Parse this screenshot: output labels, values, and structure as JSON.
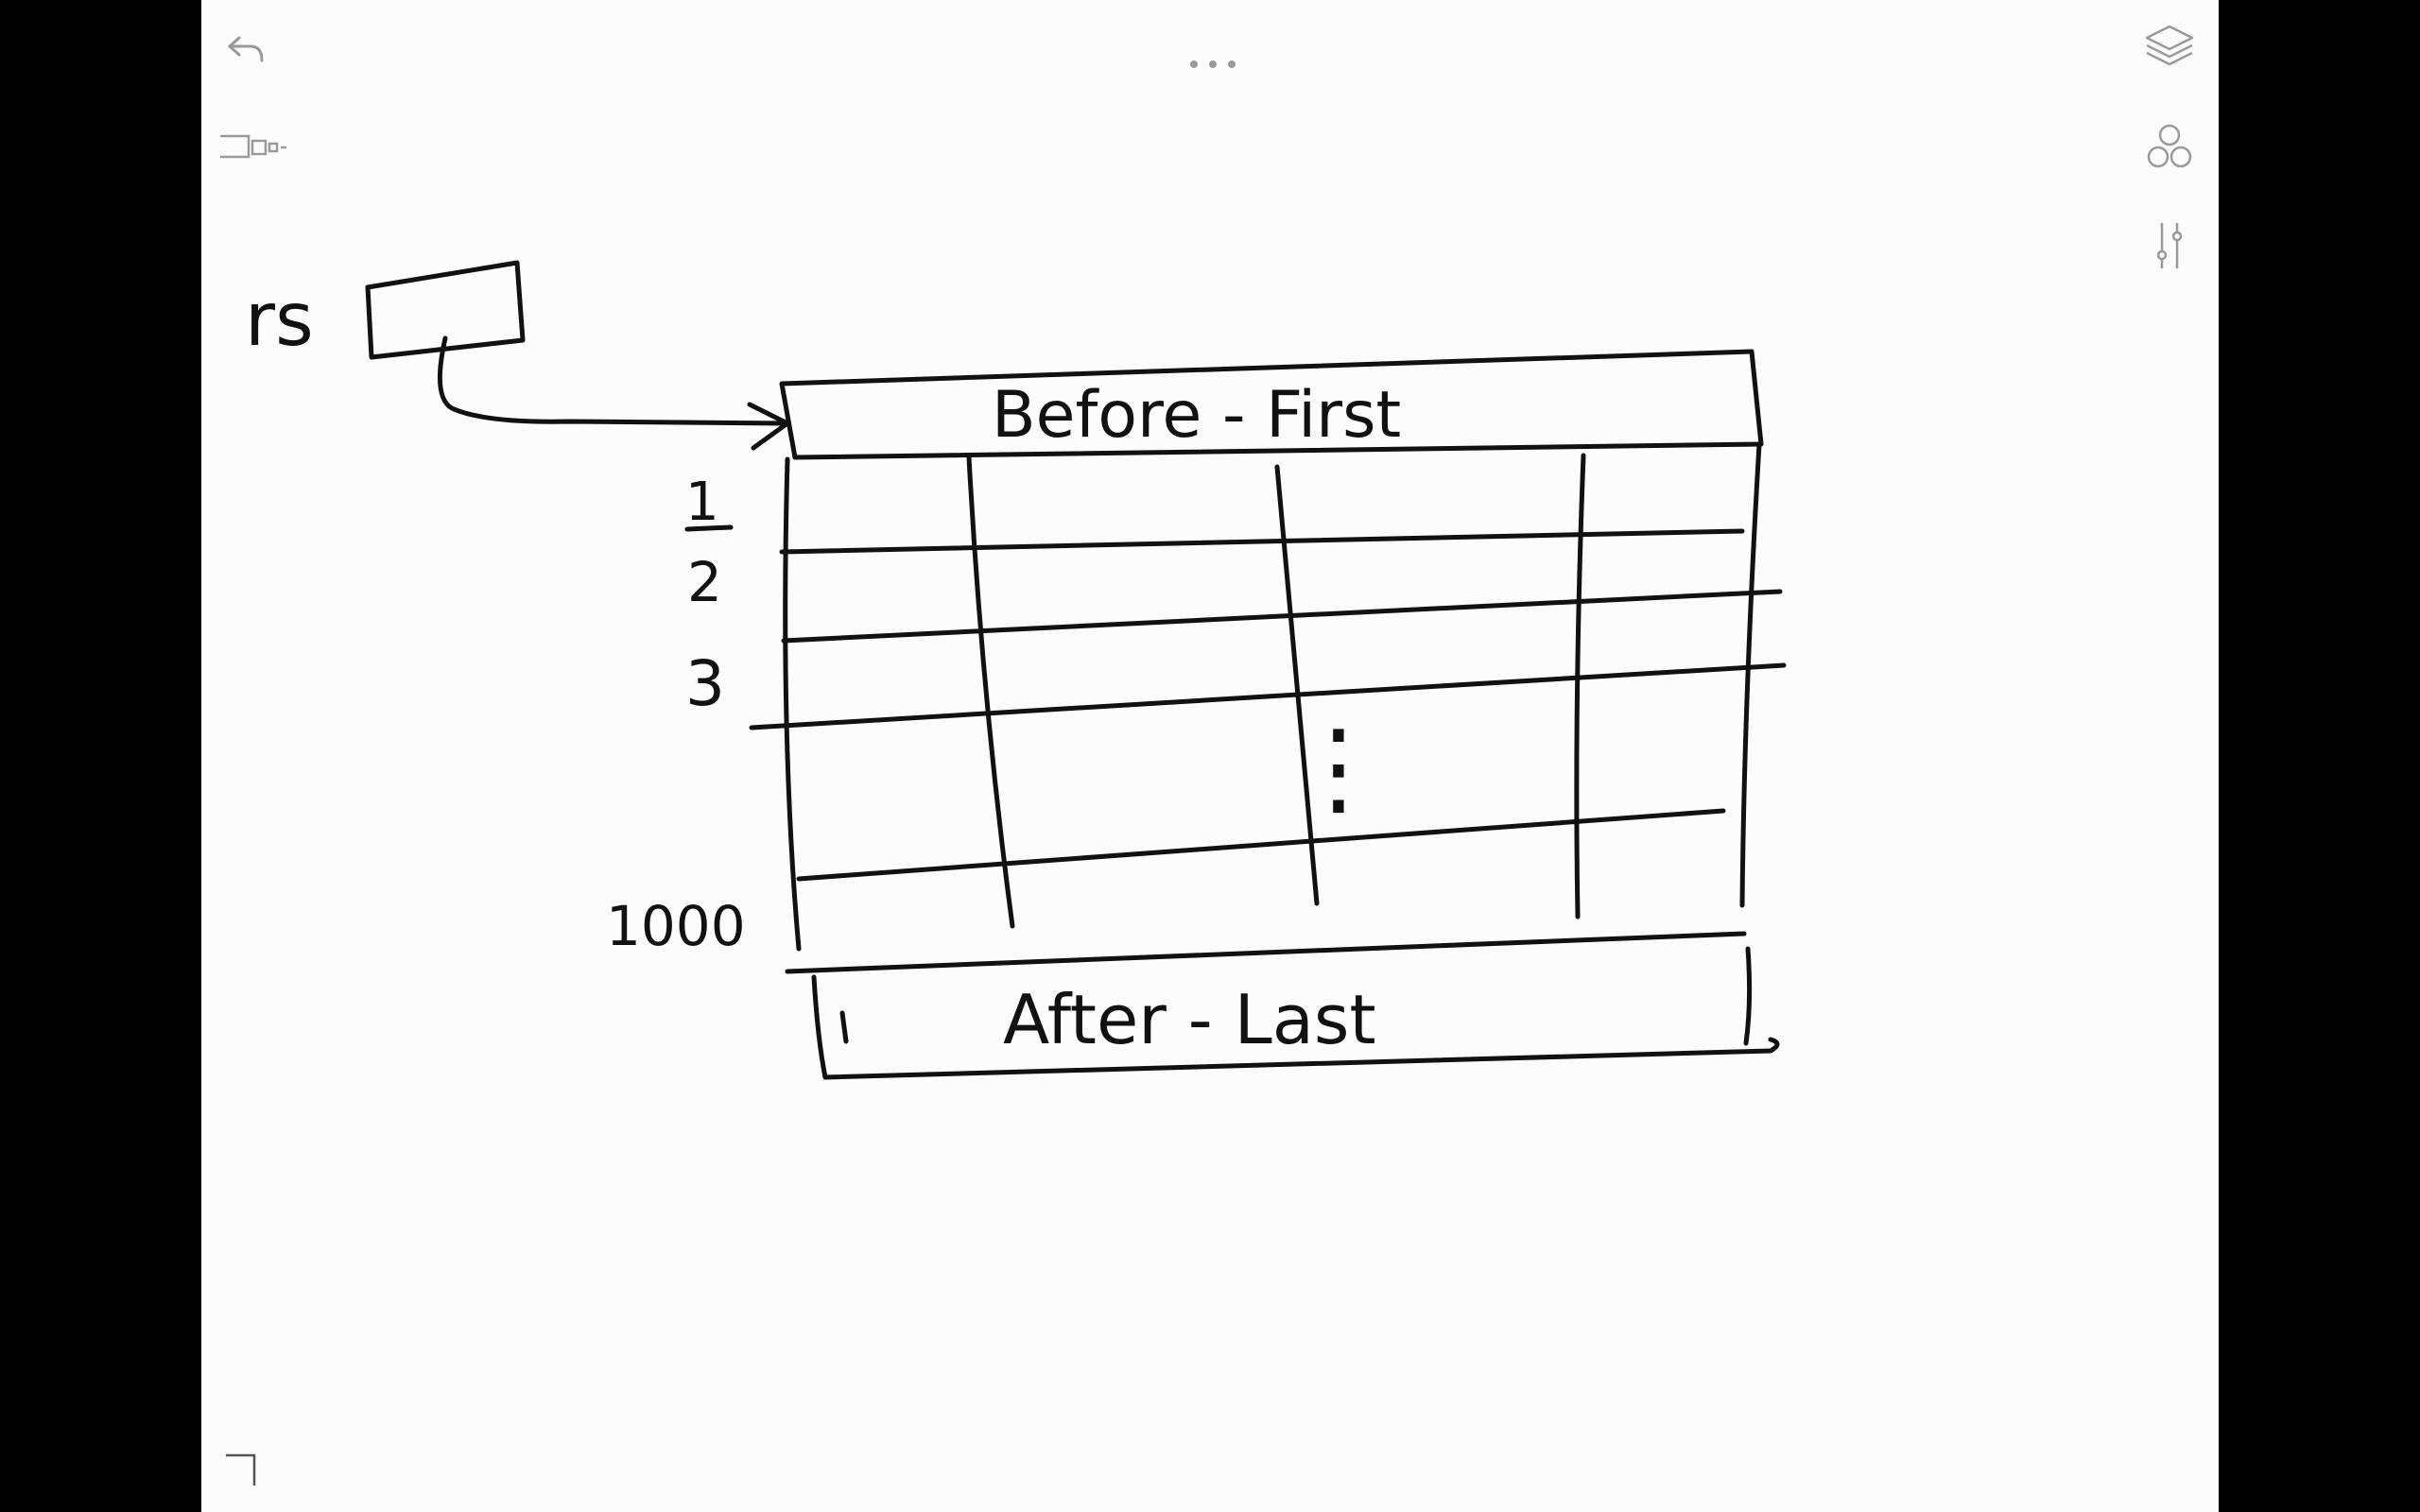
{
  "toolbar": {
    "undo_icon": "undo-arrow-icon",
    "more_icon": "ellipsis-icon",
    "page_thumbnails_icon": "page-thumbnails-icon",
    "layers_icon": "layers-icon",
    "shapes_icon": "circles-icon",
    "adjust_icon": "sliders-icon",
    "corner_icon": "corner-bracket-icon"
  },
  "sketch": {
    "variable_label": "rs",
    "header_row_label": "Before - First",
    "footer_row_label": "After - Last",
    "row_numbers": [
      "1",
      "2",
      "3",
      "1000"
    ],
    "ellipsis": "⋮"
  },
  "colors": {
    "ink": "#111111",
    "paper": "#fcfcfc",
    "frame": "#000000",
    "icon": "#9a9a9a"
  }
}
